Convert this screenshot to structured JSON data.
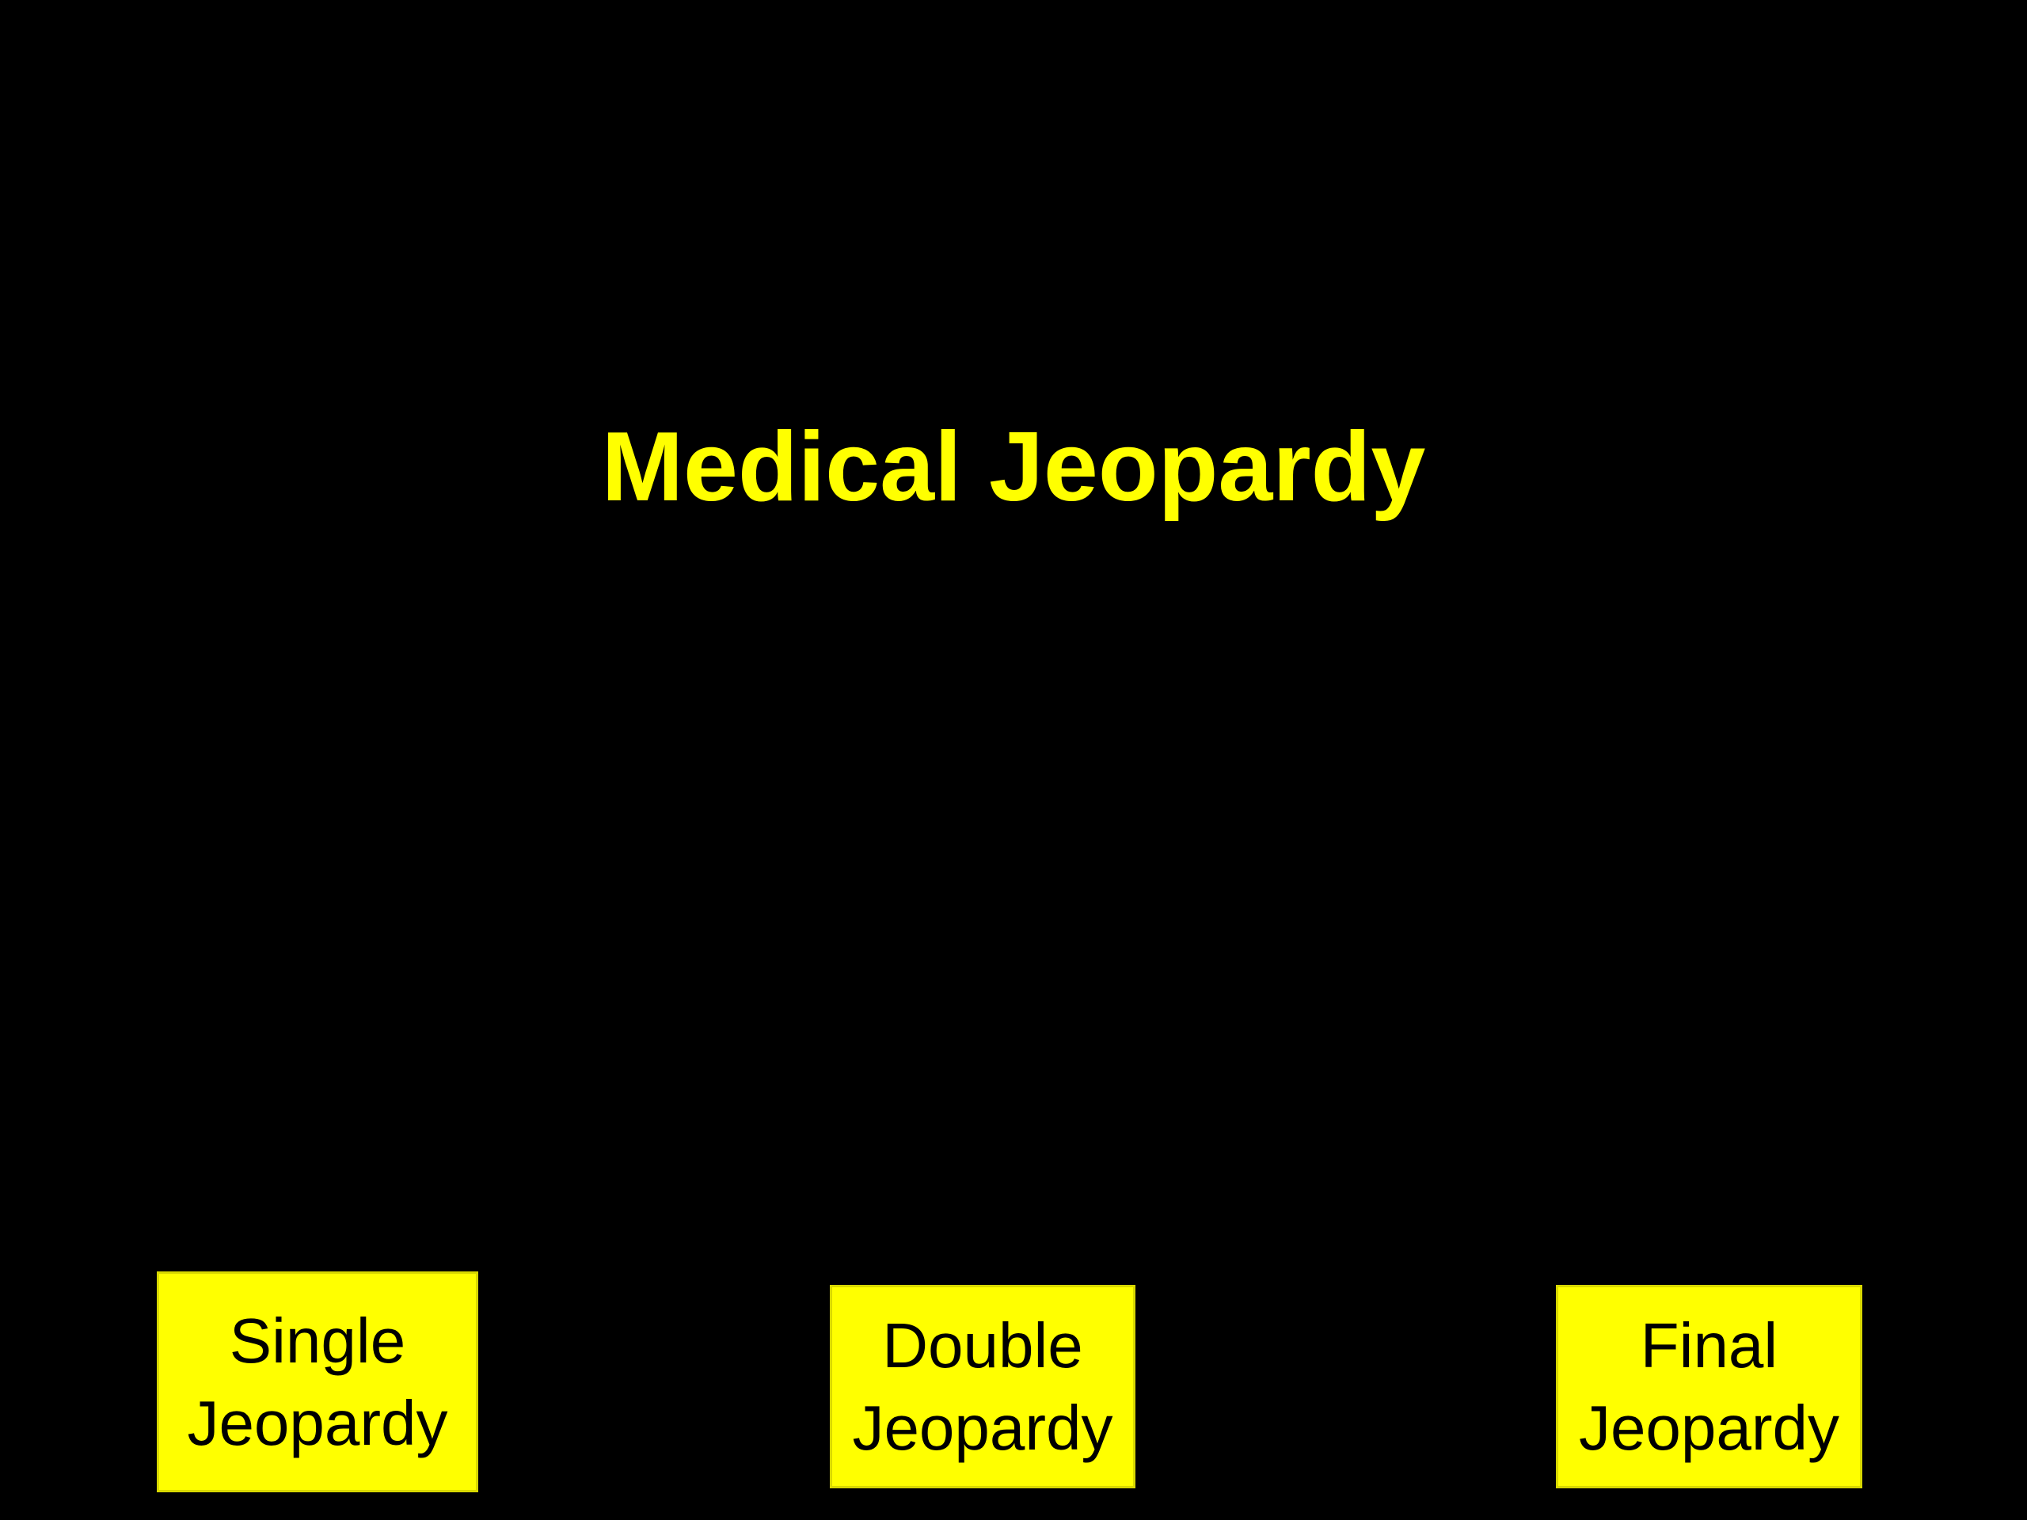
{
  "title": "Medical Jeopardy",
  "buttons": {
    "single": {
      "line1": "Single",
      "line2": "Jeopardy"
    },
    "double": {
      "line1": "Double",
      "line2": "Jeopardy"
    },
    "final": {
      "line1": "Final",
      "line2": "Jeopardy"
    }
  },
  "colors": {
    "background": "#000000",
    "accent": "#ffff00",
    "button_text": "#000000"
  }
}
